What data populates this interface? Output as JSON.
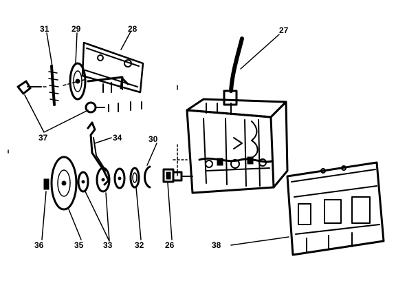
{
  "callouts": {
    "p26": "26",
    "p27": "27",
    "p28": "28",
    "p29": "29",
    "p30": "30",
    "p31": "31",
    "p32": "32",
    "p33": "33",
    "p34": "34",
    "p35": "35",
    "p36": "36",
    "p37": "37",
    "p38": "38"
  },
  "colors": {
    "ink": "#000000",
    "paper": "#ffffff"
  }
}
